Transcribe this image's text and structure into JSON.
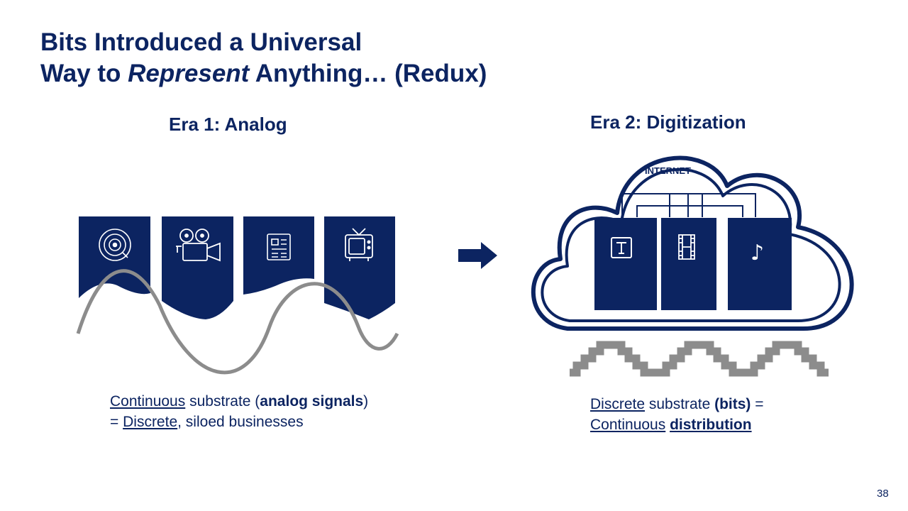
{
  "slide": {
    "title_line1": "Bits Introduced a Universal",
    "title_line2_pre": "Way to ",
    "title_line2_em": "Represent",
    "title_line2_post": " Anything… (Redux)",
    "page_number": "38"
  },
  "era1": {
    "heading": "Era 1: Analog",
    "icons": [
      "vinyl-record-icon",
      "film-camera-icon",
      "newspaper-icon",
      "television-icon"
    ],
    "caption": {
      "line1_u": "Continuous",
      "line1_mid": " substrate (",
      "line1_bold": "analog signals",
      "line1_end": ")",
      "line2_pre": "= ",
      "line2_u": "Discrete",
      "line2_post": ", siloed businesses"
    }
  },
  "era2": {
    "heading": "Era 2: Digitization",
    "cloud_label": "INTERNET",
    "icons": [
      "text-icon",
      "film-strip-icon",
      "music-note-icon"
    ],
    "music_glyph": "♪",
    "caption": {
      "line1_u": "Discrete",
      "line1_mid": " substrate ",
      "line1_bold": "(bits)",
      "line1_end": " =",
      "line2_u": "Continuous",
      "line2_space": " ",
      "line2_bold_u": "distribution"
    }
  },
  "colors": {
    "navy": "#0c2461",
    "wave_gray": "#8c8c8c",
    "white": "#ffffff"
  }
}
